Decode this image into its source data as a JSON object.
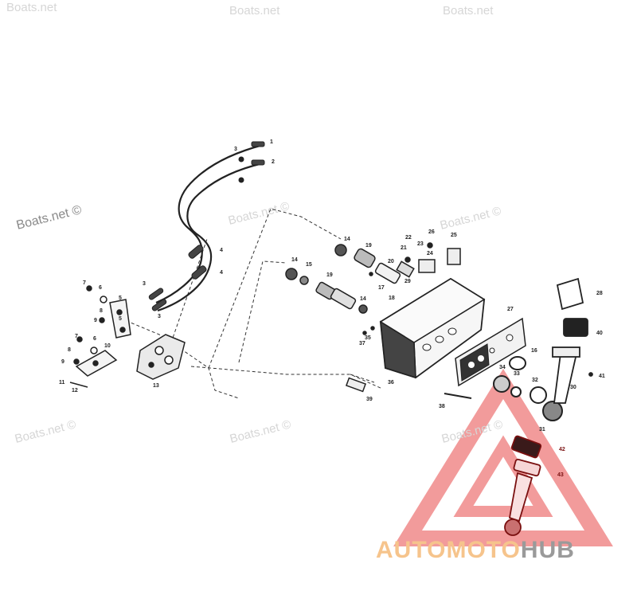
{
  "watermarks": [
    {
      "id": "wm-1",
      "text": "Boats.net"
    },
    {
      "id": "wm-2",
      "text": "Boats.net"
    },
    {
      "id": "wm-3",
      "text": "Boats.net"
    },
    {
      "id": "wm-4",
      "text": "Boats.net ©"
    },
    {
      "id": "wm-5",
      "text": "Boats.net ©"
    },
    {
      "id": "wm-6",
      "text": "Boats.net ©"
    },
    {
      "id": "wm-7",
      "text": "Boats.net ©"
    },
    {
      "id": "wm-8",
      "text": "Boats.net ©"
    },
    {
      "id": "wm-9",
      "text": "Boats.net ©"
    }
  ],
  "logo": {
    "part1": "AUTOMOTO",
    "part2": "HUB",
    "accent_color": "#f08a8a",
    "text_color_1": "#f6c48c",
    "text_color_2": "#9a9a9a"
  },
  "parts": {
    "p1": "1",
    "p2": "2",
    "p3a": "3",
    "p3b": "3",
    "p3c": "3",
    "p4a": "4",
    "p4b": "4",
    "p5a": "5",
    "p5b": "5",
    "p6a": "6",
    "p6b": "6",
    "p7a": "7",
    "p7b": "7",
    "p8a": "8",
    "p8b": "8",
    "p9a": "9",
    "p9b": "9",
    "p10": "10",
    "p11": "11",
    "p12": "12",
    "p13": "13",
    "p14a": "14",
    "p14b": "14",
    "p14c": "14",
    "p15": "15",
    "p16": "16",
    "p17": "17",
    "p18": "18",
    "p19a": "19",
    "p19b": "19",
    "p20": "20",
    "p21": "21",
    "p22": "22",
    "p23": "23",
    "p24": "24",
    "p25": "25",
    "p26": "26",
    "p27": "27",
    "p28": "28",
    "p29": "29",
    "p30": "30",
    "p31": "31",
    "p32": "32",
    "p33": "33",
    "p34": "34",
    "p35": "35",
    "p36": "36",
    "p37": "37",
    "p38": "38",
    "p39": "39",
    "p40": "40",
    "p41": "41",
    "p42": "42",
    "p43": "43"
  }
}
